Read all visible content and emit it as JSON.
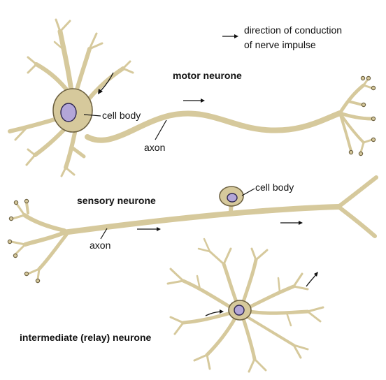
{
  "legend": {
    "text_line1": "direction of conduction",
    "text_line2": "of nerve impulse"
  },
  "motor": {
    "title": "motor neurone",
    "cell_body_label": "cell body",
    "axon_label": "axon"
  },
  "sensory": {
    "title": "sensory neurone",
    "cell_body_label": "cell body",
    "axon_label": "axon"
  },
  "relay": {
    "title": "intermediate (relay) neurone"
  },
  "colors": {
    "cytoplasm": "#d6c99c",
    "outline": "#6e6242",
    "nucleus": "#b3a6d8"
  }
}
